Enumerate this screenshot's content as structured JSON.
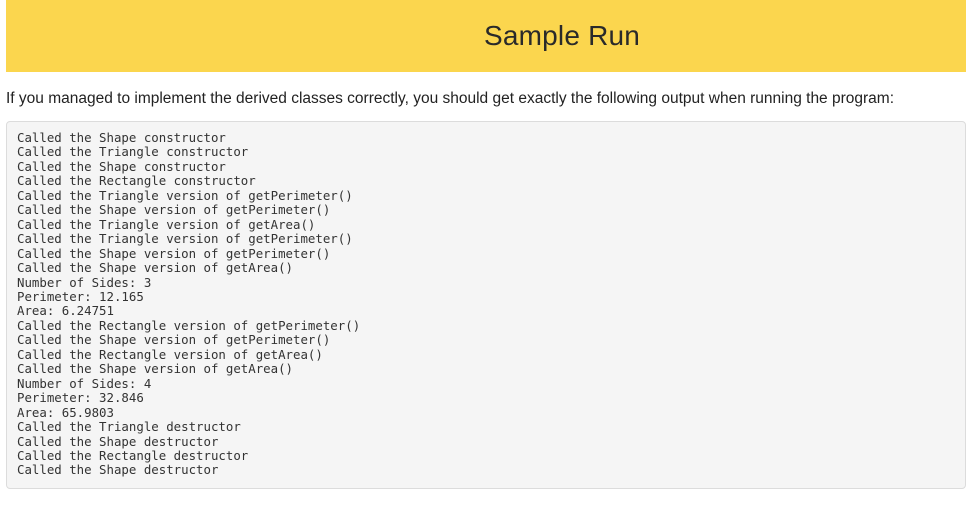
{
  "header": {
    "title": "Sample Run",
    "background_color": "#fbd64e"
  },
  "intro_text": "If you managed to implement the derived classes correctly, you should get exactly the following output when running the program:",
  "output_lines": [
    "Called the Shape constructor",
    "Called the Triangle constructor",
    "Called the Shape constructor",
    "Called the Rectangle constructor",
    "Called the Triangle version of getPerimeter()",
    "Called the Shape version of getPerimeter()",
    "Called the Triangle version of getArea()",
    "Called the Triangle version of getPerimeter()",
    "Called the Shape version of getPerimeter()",
    "Called the Shape version of getArea()",
    "Number of Sides: 3",
    "Perimeter: 12.165",
    "Area: 6.24751",
    "Called the Rectangle version of getPerimeter()",
    "Called the Shape version of getPerimeter()",
    "Called the Rectangle version of getArea()",
    "Called the Shape version of getArea()",
    "Number of Sides: 4",
    "Perimeter: 32.846",
    "Area: 65.9803",
    "Called the Triangle destructor",
    "Called the Shape destructor",
    "Called the Rectangle destructor",
    "Called the Shape destructor"
  ]
}
